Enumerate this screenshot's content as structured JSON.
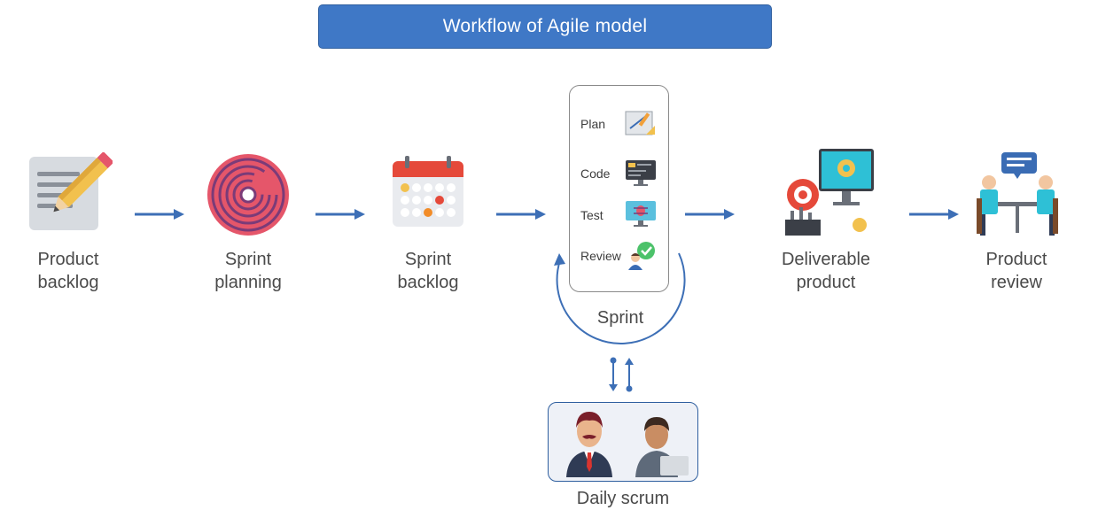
{
  "title": "Workflow of Agile model",
  "stages": [
    {
      "id": "product-backlog",
      "label": "Product\nbacklog"
    },
    {
      "id": "sprint-planning",
      "label": "Sprint\nplanning"
    },
    {
      "id": "sprint-backlog",
      "label": "Sprint\nbacklog"
    },
    {
      "id": "deliverable-product",
      "label": "Deliverable\nproduct"
    },
    {
      "id": "product-review",
      "label": "Product\nreview"
    }
  ],
  "sprint": {
    "label": "Sprint",
    "steps": [
      {
        "label": "Plan",
        "icon": "blueprint-icon"
      },
      {
        "label": "Code",
        "icon": "code-monitor-icon"
      },
      {
        "label": "Test",
        "icon": "bug-test-icon"
      },
      {
        "label": "Review",
        "icon": "review-check-icon"
      }
    ]
  },
  "daily_scrum": {
    "label": "Daily scrum"
  },
  "colors": {
    "accent": "#3f78c6",
    "arrow": "#3d6fb6",
    "text": "#4a4a4a"
  },
  "icons": [
    "pencil-notepad-icon",
    "maze-target-icon",
    "calendar-icon",
    "deliverable-monitor-icon",
    "meeting-review-icon",
    "cycle-arrow-icon",
    "bidirectional-arrow-icon",
    "manager-avatar-icon",
    "developer-avatar-icon"
  ]
}
